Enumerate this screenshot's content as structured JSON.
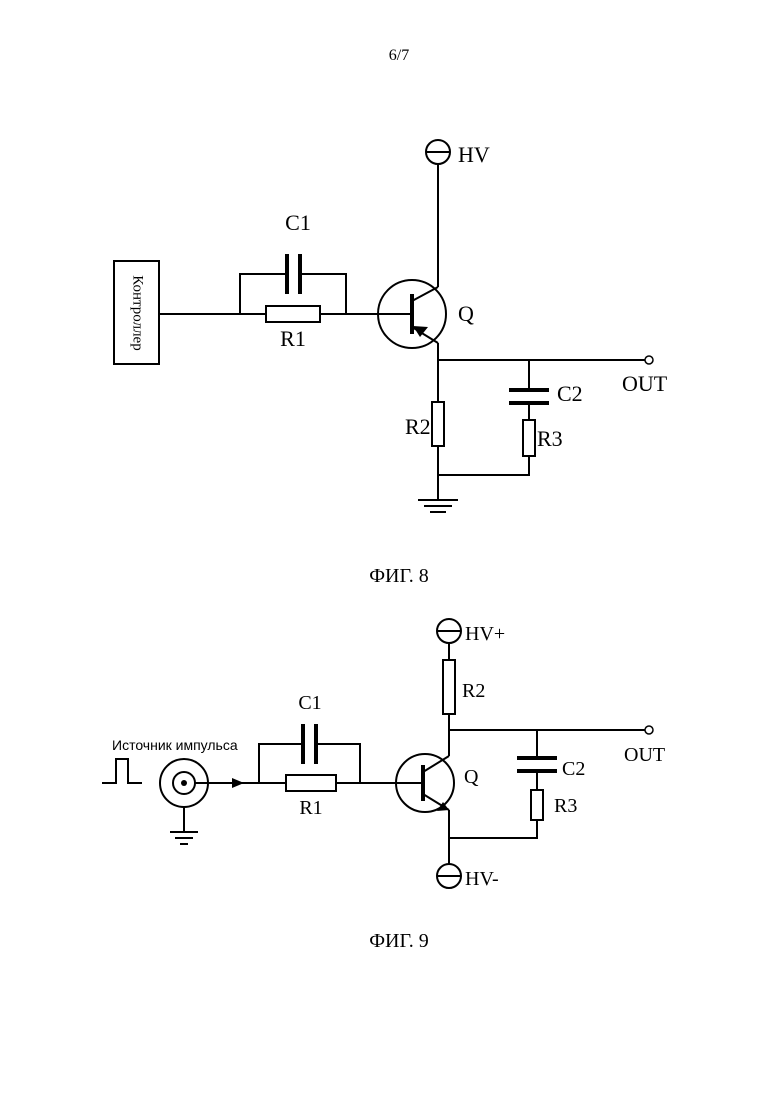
{
  "page_number": "6/7",
  "fig8": {
    "caption": "ФИГ. 8",
    "hv": "HV",
    "c1": "C1",
    "r1": "R1",
    "q": "Q",
    "out": "OUT",
    "c2": "C2",
    "r2": "R2",
    "r3": "R3",
    "controller": "Контроллер"
  },
  "fig9": {
    "caption": "ФИГ. 9",
    "hv_plus": "HV+",
    "hv_minus": "HV-",
    "r2": "R2",
    "c1": "C1",
    "r1": "R1",
    "q": "Q",
    "out": "OUT",
    "c2": "C2",
    "r3": "R3",
    "pulse_source": "Источник импульса"
  }
}
